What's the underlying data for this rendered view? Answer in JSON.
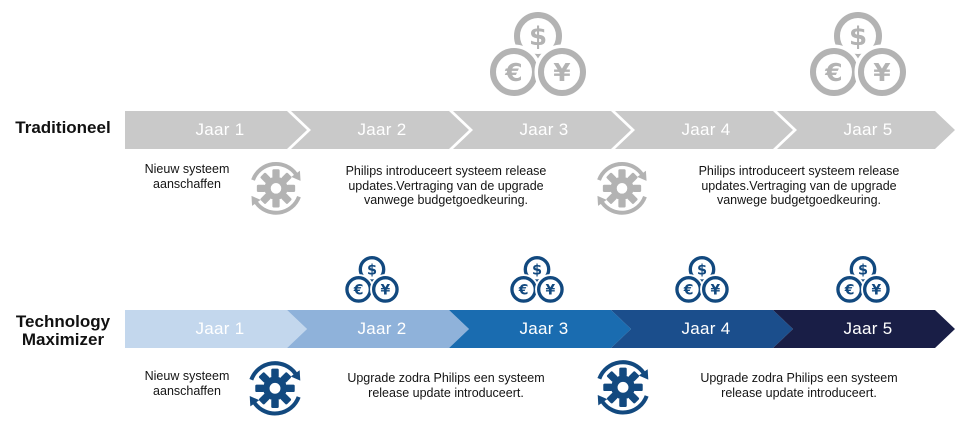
{
  "colors": {
    "band_gray": "#c9c9c9",
    "icon_gray": "#b3b3b3",
    "icon_blue": "#12497f",
    "year_label": "#ffffff",
    "segments": [
      "#c3d7ed",
      "#8fb2da",
      "#1a6cb0",
      "#1b4e8c",
      "#191e46"
    ]
  },
  "traditional": {
    "label": "Traditioneel",
    "years": [
      "Jaar 1",
      "Jaar 2",
      "Jaar 3",
      "Jaar 4",
      "Jaar 5"
    ],
    "new_system_note": "Nieuw systeem\naanschaffen",
    "release_note_1": "Philips introduceert systeem release\nupdates.Vertraging van de upgrade\nvanwege budgetgoedkeuring.",
    "release_note_2": "Philips introduceert systeem release\nupdates.Vertraging van de upgrade\nvanwege budgetgoedkeuring."
  },
  "maximizer": {
    "label": "Technology\nMaximizer",
    "years": [
      "Jaar 1",
      "Jaar 2",
      "Jaar 3",
      "Jaar 4",
      "Jaar 5"
    ],
    "new_system_note": "Nieuw systeem\naanschaffen",
    "upgrade_note_1": "Upgrade zodra Philips een systeem\nrelease update introduceert.",
    "upgrade_note_2": "Upgrade zodra Philips een systeem\nrelease update introduceert."
  },
  "currency": {
    "dollar": "$",
    "euro": "€",
    "yen": "¥"
  }
}
